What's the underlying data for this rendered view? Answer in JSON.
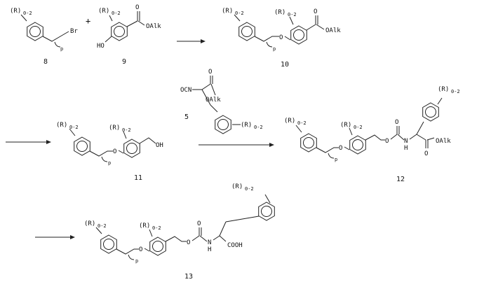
{
  "scheme": {
    "compounds": [
      {
        "id": "8",
        "label": "8"
      },
      {
        "id": "9",
        "label": "9"
      },
      {
        "id": "10",
        "label": "10"
      },
      {
        "id": "5",
        "label": "5"
      },
      {
        "id": "11",
        "label": "11"
      },
      {
        "id": "12",
        "label": "12"
      },
      {
        "id": "13",
        "label": "13"
      }
    ],
    "atoms": {
      "subst": "(R)",
      "subscript": "0-2",
      "br": "Br",
      "p": "p",
      "plus": "+",
      "ho": "HO",
      "oalk": "OAlk",
      "o": "O",
      "oh": "OH",
      "ocn": "OCN",
      "nh": "N",
      "h": "H",
      "cooh": "COOH"
    },
    "colors": {
      "ink": "#222222",
      "background": "#ffffff"
    }
  }
}
